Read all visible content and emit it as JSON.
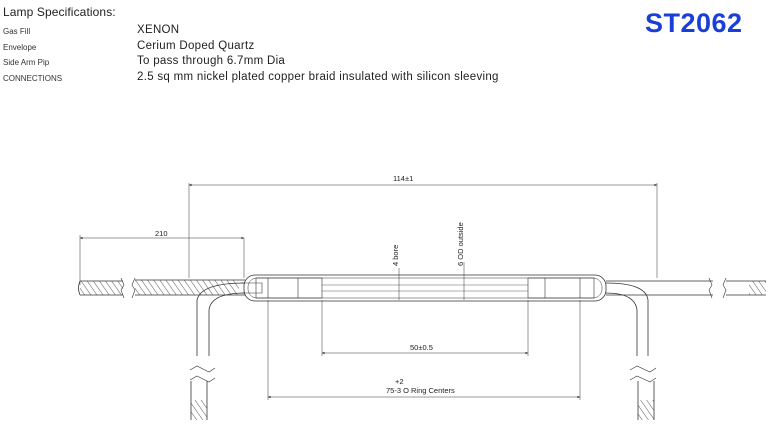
{
  "specs": {
    "title": "Lamp Specifications:",
    "rows": [
      {
        "label": "Gas Fill",
        "value": "XENON"
      },
      {
        "label": "Envelope",
        "value": "Cerium Doped Quartz"
      },
      {
        "label": "Side Arm Pip",
        "value": "To pass through 6.7mm Dia"
      },
      {
        "label": "CONNECTIONS",
        "value": "2.5 sq mm nickel plated copper braid insulated with silicon sleeving"
      }
    ]
  },
  "part_number": "ST2062",
  "dimensions": {
    "overall_length": "114±1",
    "lead_length": "210",
    "bore": "4 bore",
    "od": "6 OD outside",
    "arc_length": "50±0.5",
    "tolerance": "+2",
    "oring_centers": "75-3  O Ring Centers"
  },
  "colors": {
    "part_number": "#1a3fd6",
    "line": "#333333"
  }
}
